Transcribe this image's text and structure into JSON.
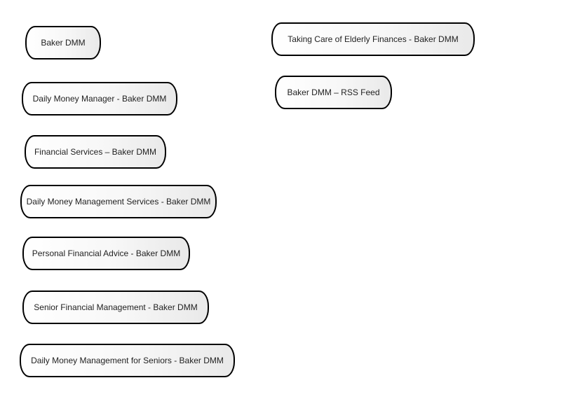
{
  "nodes": [
    {
      "label": "Baker DMM"
    },
    {
      "label": "Daily Money Manager - Baker DMM"
    },
    {
      "label": "Financial Services – Baker DMM"
    },
    {
      "label": "Daily Money Management Services - Baker DMM"
    },
    {
      "label": "Personal Financial Advice - Baker DMM"
    },
    {
      "label": "Senior Financial Management - Baker DMM"
    },
    {
      "label": "Daily Money Management for Seniors - Baker DMM"
    },
    {
      "label": "Taking Care of Elderly Finances - Baker DMM"
    },
    {
      "label": "Baker DMM – RSS Feed"
    }
  ]
}
